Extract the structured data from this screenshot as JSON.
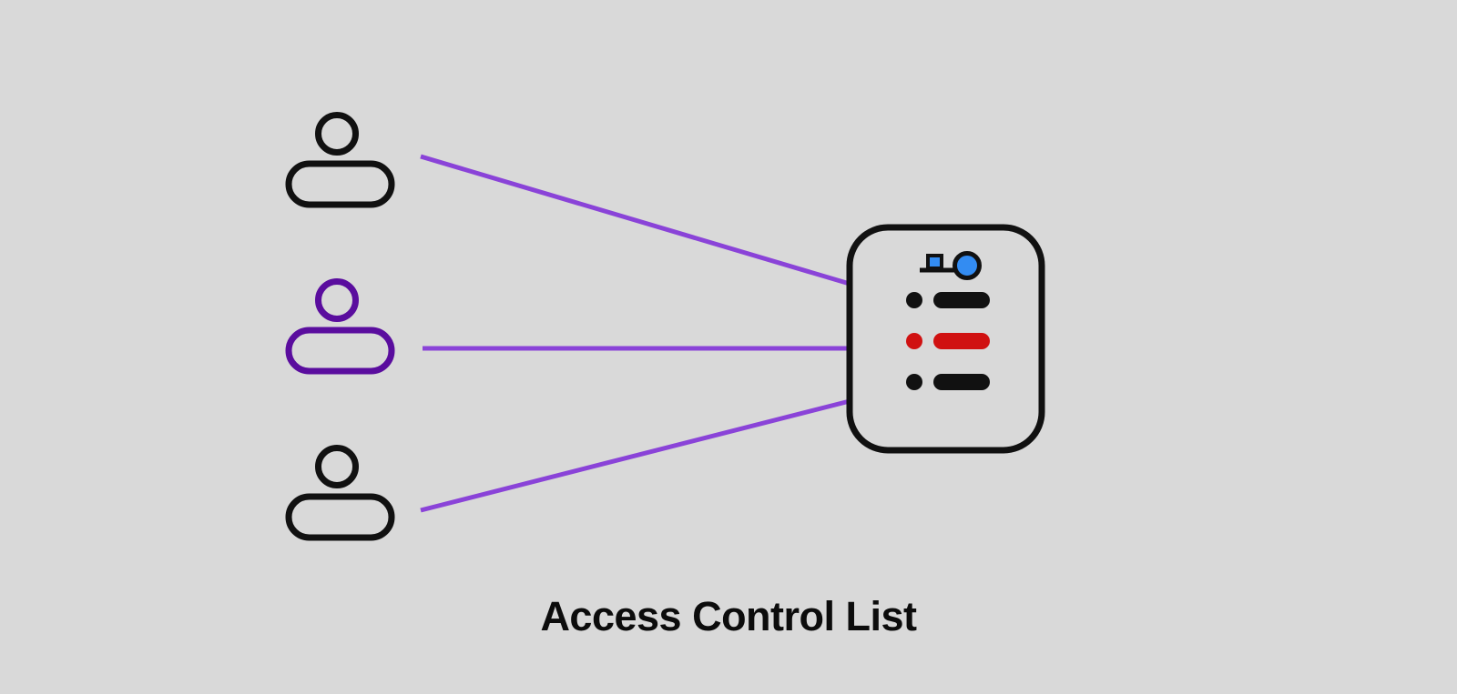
{
  "diagram": {
    "title": "Access Control List",
    "colors": {
      "background": "#d9d9d9",
      "ink": "#111111",
      "none": "none",
      "user_highlight": "#5a0d9e",
      "connector": "#8a43d8",
      "red": "#d01111",
      "blue": "#338cf2"
    },
    "users": [
      {
        "name": "user-top",
        "icon": "user-icon",
        "stroke": "#111111"
      },
      {
        "name": "user-middle",
        "icon": "user-icon",
        "stroke": "#5a0d9e"
      },
      {
        "name": "user-bottom",
        "icon": "user-icon",
        "stroke": "#111111"
      }
    ],
    "connectors": {
      "count": 3,
      "stroke": "#8a43d8"
    },
    "acl_document": {
      "icon": "key-icon",
      "key_fill": "#338cf2",
      "entries": [
        {
          "name": "acl-entry-1",
          "color": "#111111"
        },
        {
          "name": "acl-entry-2",
          "color": "#d01111"
        },
        {
          "name": "acl-entry-3",
          "color": "#111111"
        }
      ]
    }
  }
}
